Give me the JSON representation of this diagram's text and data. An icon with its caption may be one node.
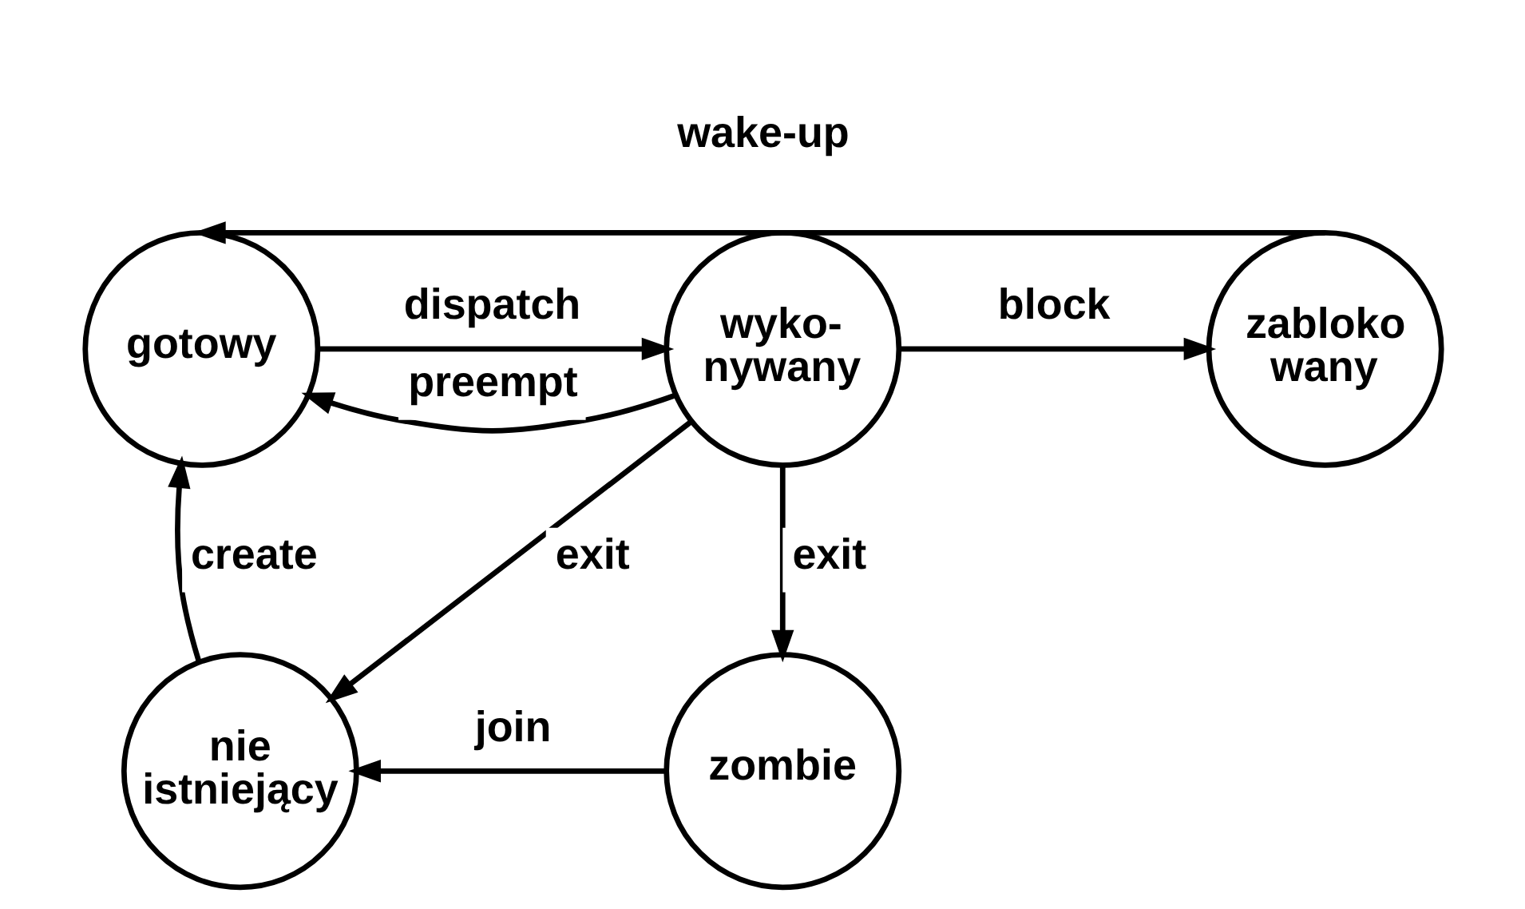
{
  "diagram": {
    "nodes": [
      {
        "text": [
          "gotowy"
        ]
      },
      {
        "text": [
          "wyko- nywany"
        ]
      },
      {
        "text": [
          "zabloko wany"
        ]
      },
      {
        "text": [
          "nie istniejący"
        ]
      },
      {
        "text": [
          "zombie"
        ]
      }
    ],
    "edges": [
      {
        "from": 1,
        "to": 0,
        "arrow": "to",
        "label": "preempt"
      },
      {
        "from": 0,
        "to": 1,
        "arrow": "to",
        "label": "dispatch"
      },
      {
        "from": 1,
        "to": 2,
        "arrow": "to",
        "label": "block"
      },
      {
        "from": 2,
        "to": 0,
        "arrow": "to",
        "label": "wake-up"
      },
      {
        "from": 3,
        "to": 0,
        "arrow": "to",
        "label": "create"
      },
      {
        "from": 1,
        "to": 3,
        "arrow": "to",
        "label": "exit"
      },
      {
        "from": 1,
        "to": 4,
        "arrow": "to",
        "label": "exit"
      },
      {
        "from": 4,
        "to": 3,
        "arrow": "to",
        "label": "join"
      }
    ]
  }
}
